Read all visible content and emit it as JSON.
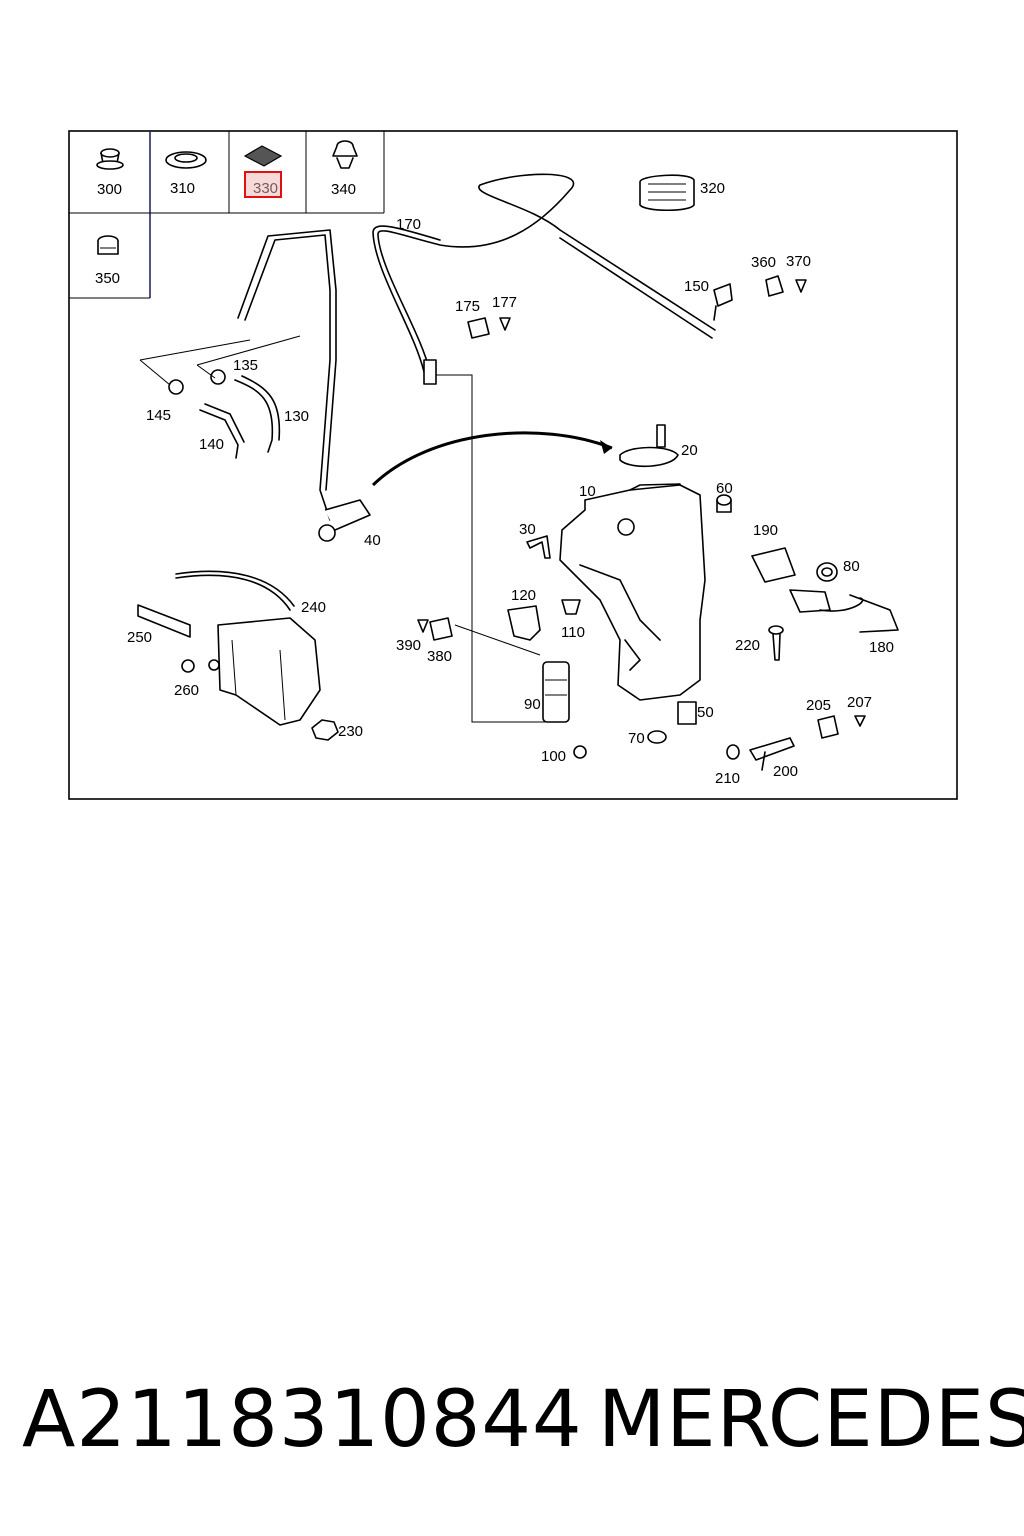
{
  "diagram": {
    "inset_labels": [
      "300",
      "310",
      "330",
      "340",
      "350"
    ],
    "highlighted_part": "330",
    "callouts": {
      "p10": "10",
      "p20": "20",
      "p30": "30",
      "p40": "40",
      "p50": "50",
      "p60": "60",
      "p70": "70",
      "p80": "80",
      "p90": "90",
      "p100": "100",
      "p110": "110",
      "p120": "120",
      "p130": "130",
      "p135": "135",
      "p140": "140",
      "p145": "145",
      "p150": "150",
      "p170": "170",
      "p175": "175",
      "p177": "177",
      "p180": "180",
      "p190": "190",
      "p200": "200",
      "p205": "205",
      "p207": "207",
      "p210": "210",
      "p220": "220",
      "p230": "230",
      "p240": "240",
      "p250": "250",
      "p260": "260",
      "p320": "320",
      "p360": "360",
      "p370": "370",
      "p380": "380",
      "p390": "390"
    },
    "colors": {
      "line": "#000000",
      "highlight_stroke": "#e01010",
      "highlight_fill": "#f6d9d9",
      "frame_accent": "#1a1a5e"
    }
  },
  "footer": {
    "part_number": "A2118310844",
    "brand": "MERCEDES"
  }
}
